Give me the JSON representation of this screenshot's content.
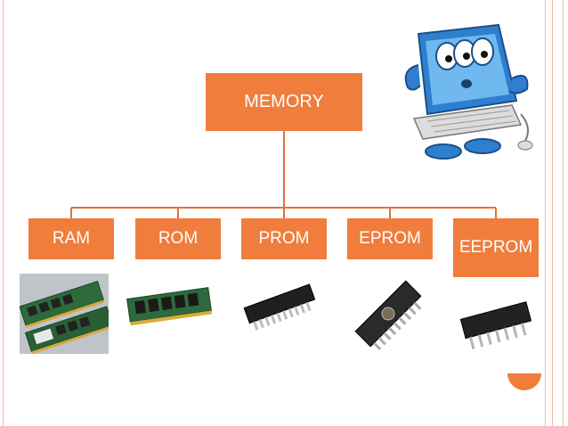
{
  "diagram": {
    "root": "MEMORY",
    "children": [
      "RAM",
      "ROM",
      "PROM",
      "EPROM",
      "EEPROM"
    ]
  },
  "colors": {
    "box": "#f07d3c",
    "line": "#e0733a",
    "border": "#f4b9a8"
  },
  "images": [
    {
      "name": "cartoon-computer",
      "depicts": "cartoon computer mascot"
    },
    {
      "name": "ram-module",
      "depicts": "RAM memory modules"
    },
    {
      "name": "rom-module",
      "depicts": "ROM memory board"
    },
    {
      "name": "prom-chip",
      "depicts": "PROM chip"
    },
    {
      "name": "eprom-chip",
      "depicts": "EPROM chip with window"
    },
    {
      "name": "eeprom-chip",
      "depicts": "EEPROM chip"
    }
  ]
}
